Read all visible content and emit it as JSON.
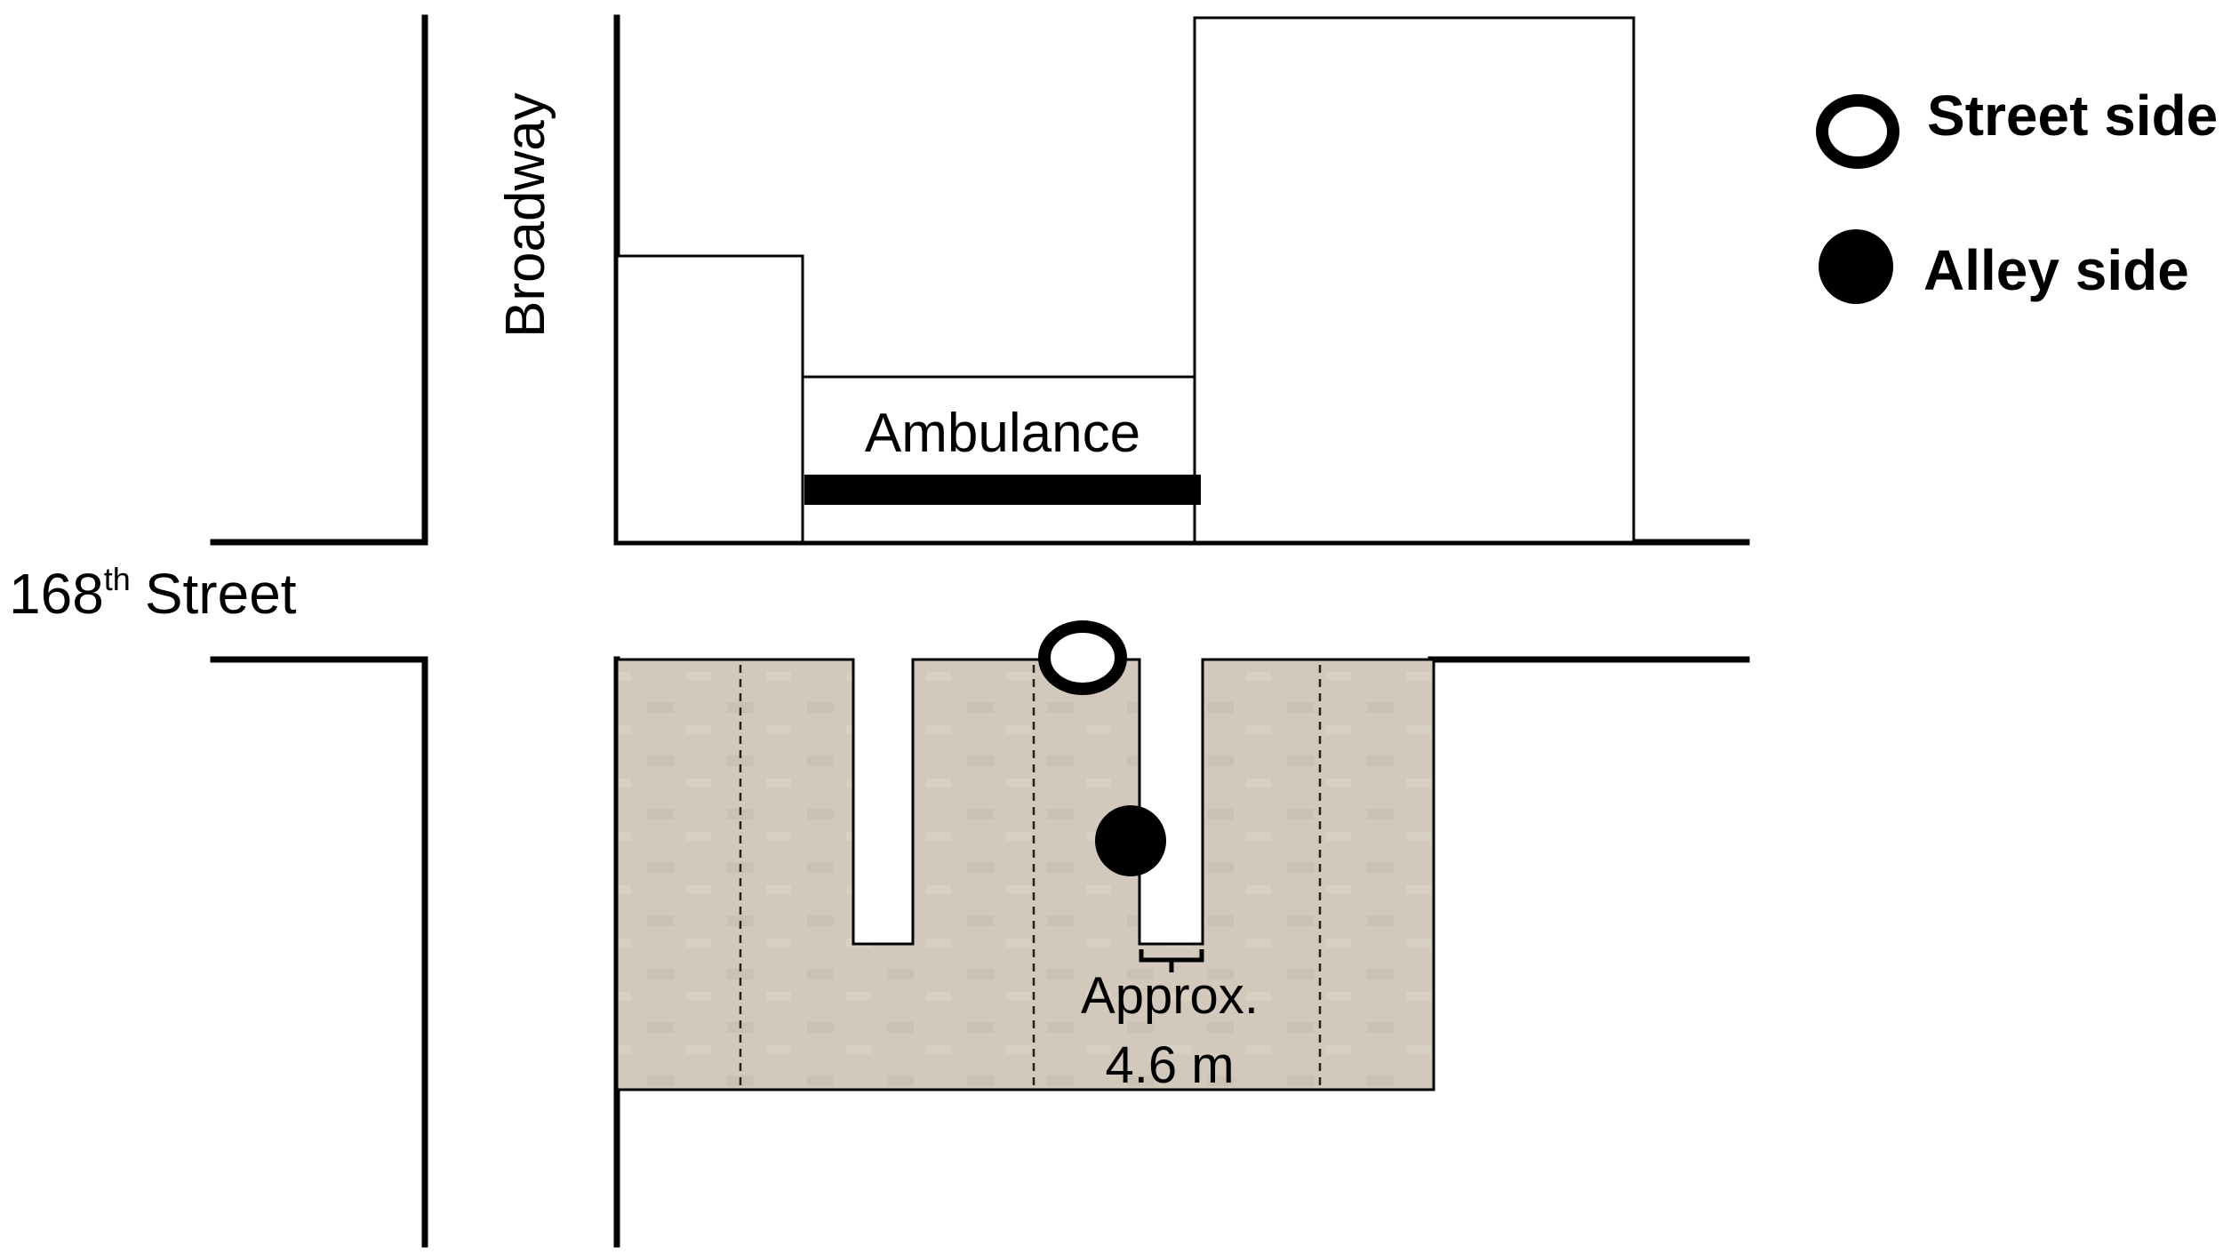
{
  "labels": {
    "broadway": "Broadway",
    "street_number": "168",
    "street_suffix": "th",
    "street_word": "Street",
    "ambulance": "Ambulance",
    "approx_line1": "Approx.",
    "approx_line2": "4.6 m"
  },
  "legend": {
    "items": [
      {
        "label": "Street side",
        "marker": "open-circle-icon"
      },
      {
        "label": "Alley side",
        "marker": "filled-circle-icon"
      }
    ]
  },
  "colors": {
    "block_fill": "#d2c9bc",
    "line": "#000000",
    "background": "#ffffff"
  }
}
